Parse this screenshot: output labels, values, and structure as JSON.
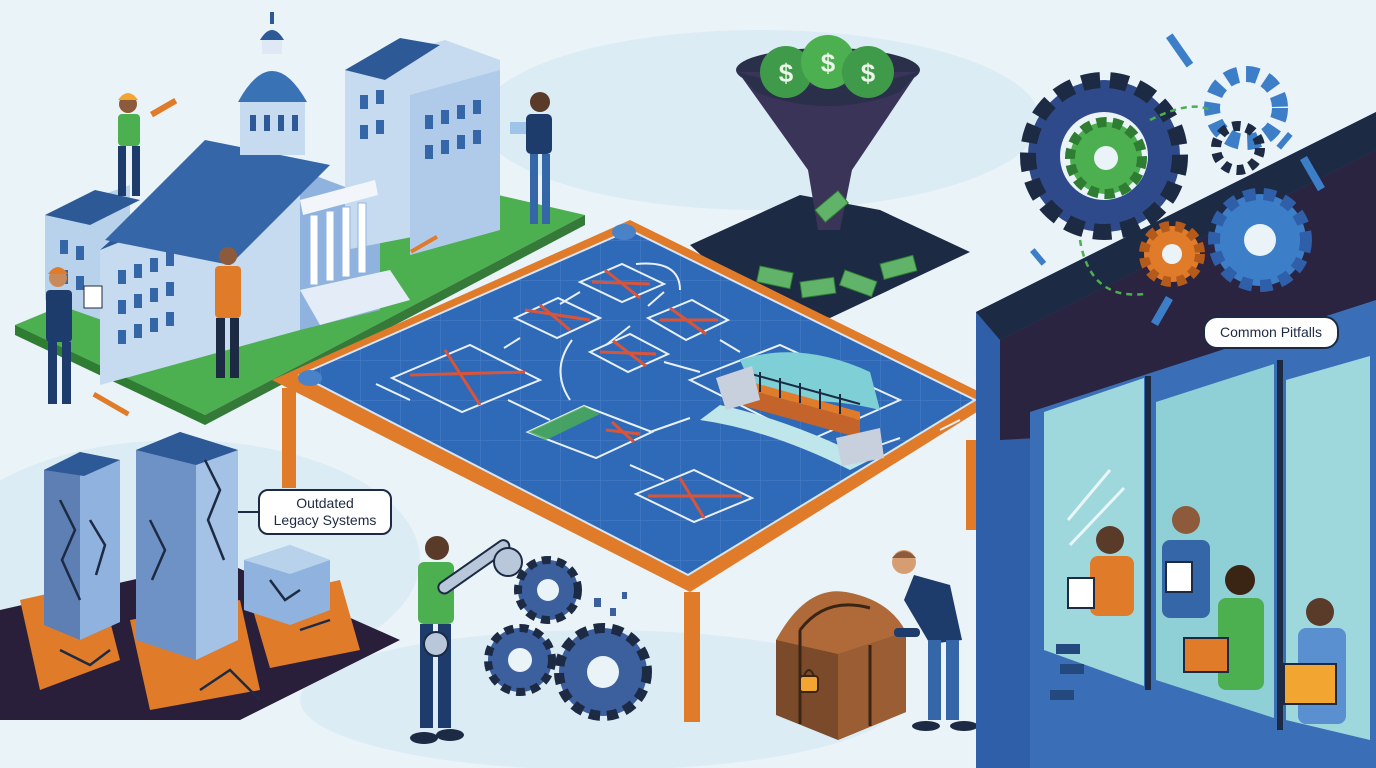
{
  "callouts": {
    "legacy": {
      "line1": "Outdated",
      "line2": "Legacy Systems"
    },
    "pitfalls": {
      "text": "Common Pitfalls"
    }
  },
  "colors": {
    "background": "#eaf3f8",
    "blueprint": "#2f6ab8",
    "table_frame": "#e07b2a",
    "lawn": "#4caf50",
    "building": "#5b8cc8",
    "dark_navy": "#1d2a44",
    "cross_mark": "#d9553a",
    "gear_blue": "#3c5f9e",
    "gear_green": "#4caf50",
    "gear_orange": "#e07b2a",
    "money_green": "#3f9a4a"
  },
  "icons": [
    "capitol-building-icon",
    "worker-icon",
    "money-funnel-icon",
    "dollar-bag-icon",
    "gear-icon",
    "wrench-icon",
    "blueprint-icon",
    "bridge-icon",
    "crumbling-pillar-icon",
    "treasure-chest-icon",
    "padlock-icon",
    "office-building-icon",
    "clipboard-icon",
    "box-icon"
  ]
}
